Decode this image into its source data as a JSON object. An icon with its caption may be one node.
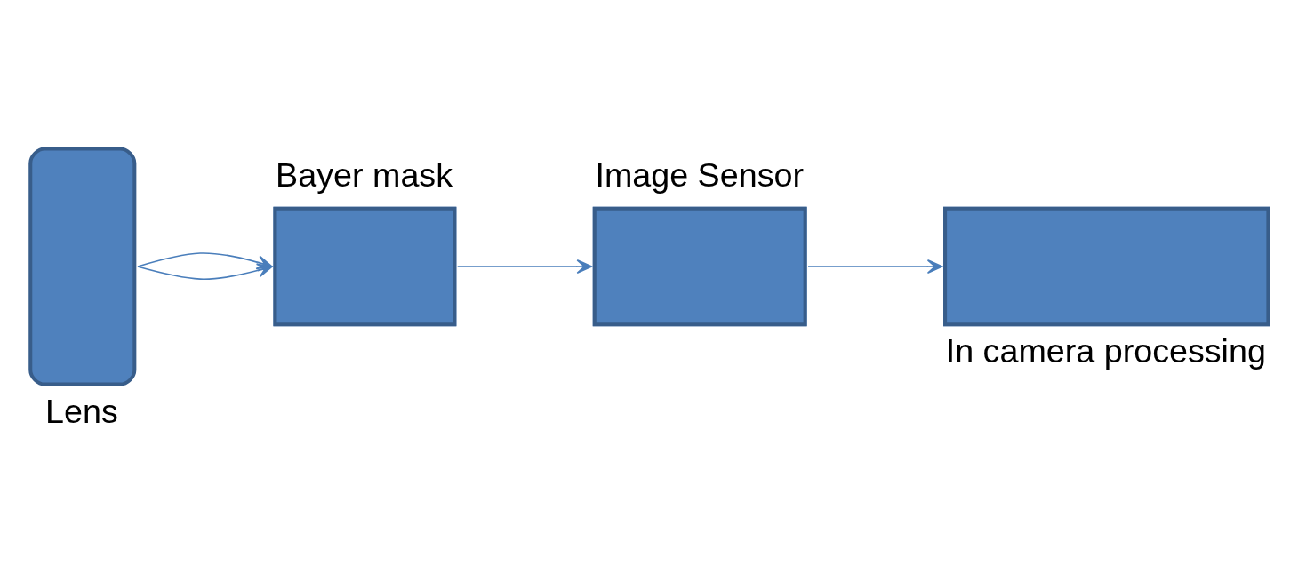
{
  "diagram": {
    "nodes": [
      {
        "text": [
          "Lens"
        ]
      },
      {
        "text": [
          "Bayer mask"
        ]
      },
      {
        "text": [
          "Image Sensor"
        ]
      },
      {
        "text": [
          "In camera processing"
        ]
      }
    ],
    "edges": [
      {
        "from": 0,
        "to": 1,
        "arrow": "to"
      },
      {
        "from": 0,
        "to": 1,
        "arrow": "to"
      },
      {
        "from": 1,
        "to": 2,
        "arrow": "to"
      },
      {
        "from": 2,
        "to": 3,
        "arrow": "to"
      }
    ]
  }
}
